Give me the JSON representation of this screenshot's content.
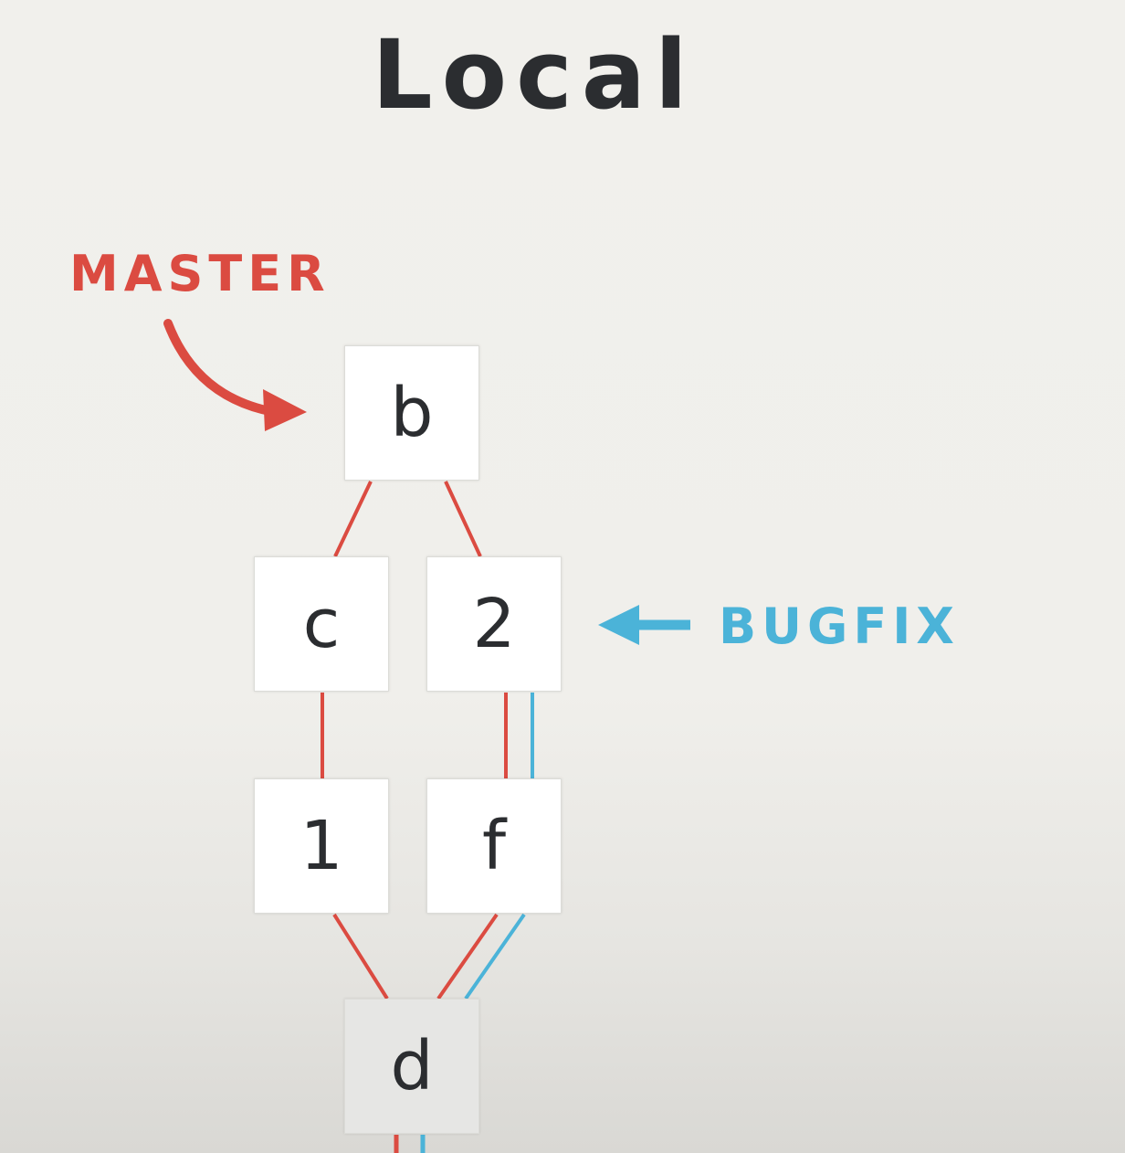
{
  "title": "Local",
  "branches": {
    "master": {
      "label": "MASTER",
      "color": "#db4b41",
      "points_to": "b"
    },
    "bugfix": {
      "label": "BUGFIX",
      "color": "#4bb3d8",
      "points_to": "2"
    }
  },
  "commits": [
    {
      "id": "b",
      "label": "b"
    },
    {
      "id": "c",
      "label": "c"
    },
    {
      "id": "2",
      "label": "2"
    },
    {
      "id": "1",
      "label": "1"
    },
    {
      "id": "f",
      "label": "f"
    },
    {
      "id": "d",
      "label": "d"
    }
  ],
  "edges": [
    {
      "from": "b",
      "to": "c",
      "branches": [
        "master"
      ]
    },
    {
      "from": "b",
      "to": "2",
      "branches": [
        "master"
      ]
    },
    {
      "from": "c",
      "to": "1",
      "branches": [
        "master"
      ]
    },
    {
      "from": "2",
      "to": "f",
      "branches": [
        "master",
        "bugfix"
      ]
    },
    {
      "from": "1",
      "to": "d",
      "branches": [
        "master"
      ]
    },
    {
      "from": "f",
      "to": "d",
      "branches": [
        "master",
        "bugfix"
      ]
    }
  ]
}
